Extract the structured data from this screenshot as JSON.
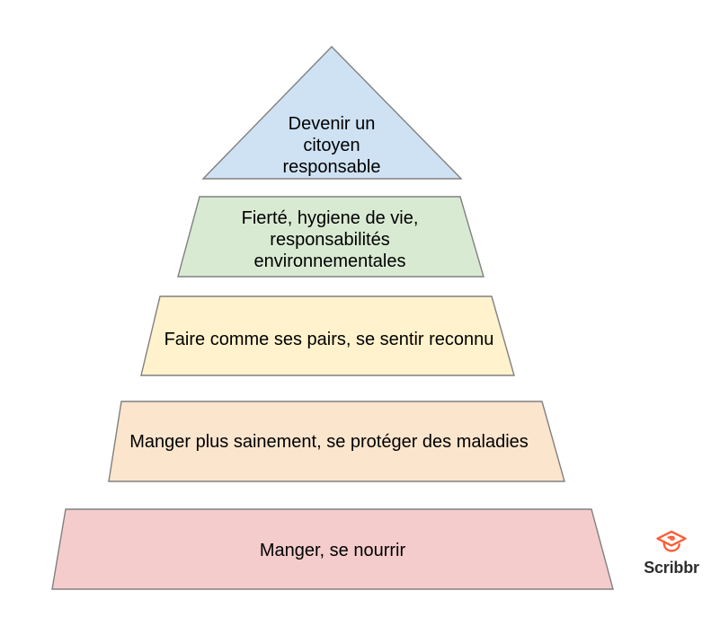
{
  "diagram": {
    "type": "pyramid",
    "levels": [
      {
        "rank": 1,
        "label": "Devenir un\ncitoyen\nresponsable",
        "fill": "#cfe2f3"
      },
      {
        "rank": 2,
        "label": "Fierté, hygiene de vie,\nresponsabilités\nenvironnementales",
        "fill": "#d9ead3"
      },
      {
        "rank": 3,
        "label": "Faire comme ses pairs, se sentir reconnu",
        "fill": "#fff2cc"
      },
      {
        "rank": 4,
        "label": "Manger plus sainement, se protéger des maladies",
        "fill": "#fce5cd"
      },
      {
        "rank": 5,
        "label": "Manger, se nourrir",
        "fill": "#f4cccc"
      }
    ]
  },
  "brand": {
    "name": "Scribbr"
  },
  "theme": {
    "text-color": "#000000",
    "stroke-color": "#808080",
    "brand-accent": "#ff5c35",
    "brand-text": "#2e2e2e"
  }
}
